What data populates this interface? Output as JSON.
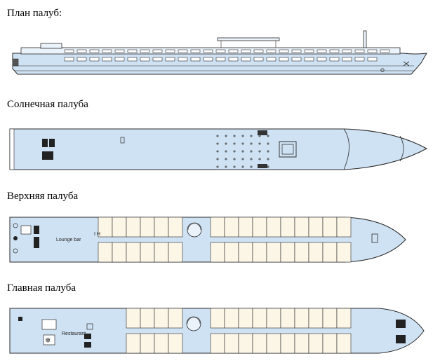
{
  "headings": {
    "plan": "План палуб:",
    "sun": "Солнечная палуба",
    "upper": "Верхняя палуба",
    "main": "Главная палуба"
  },
  "labels": {
    "lounge_bar": "Lounge bar",
    "restaurant": "Restaurant"
  },
  "colors": {
    "hull": "#cfe2f3",
    "outline": "#2a2a2a",
    "cabin": "#fbf6e6",
    "dark": "#222222"
  }
}
